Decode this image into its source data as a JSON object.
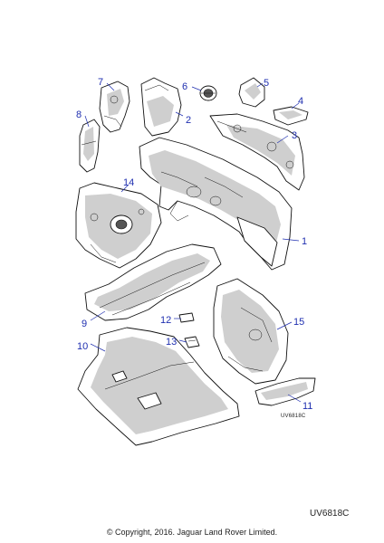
{
  "callouts": {
    "c1": "1",
    "c2": "2",
    "c3": "3",
    "c4": "4",
    "c5": "5",
    "c6": "6",
    "c7": "7",
    "c8": "8",
    "c9": "9",
    "c10": "10",
    "c11": "11",
    "c12": "12",
    "c13": "13",
    "c14": "14",
    "c15": "15"
  },
  "diagram_ref_small": "UV6818C",
  "diagram_ref": "UV6818C",
  "copyright": "© Copyright, 2016. Jaguar Land Rover Limited.",
  "colors": {
    "callout": "#1f2fb0",
    "line": "#111111",
    "shading": "#cfcfcf"
  }
}
